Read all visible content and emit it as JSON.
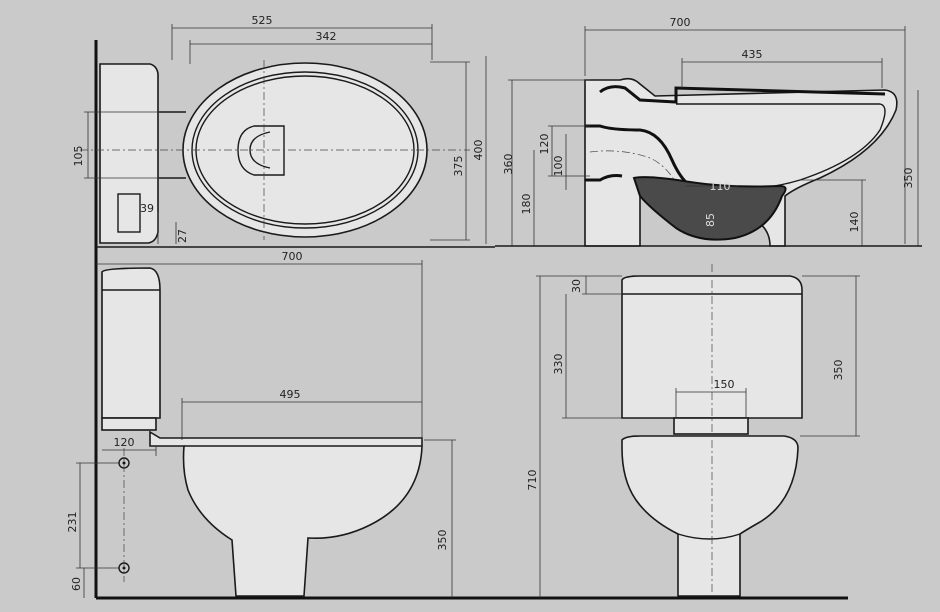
{
  "drawing": {
    "top_view": {
      "width_overall": "525",
      "width_inner": "342",
      "height_400": "400",
      "height_375": "375",
      "offset_105": "105",
      "offset_39": "39",
      "offset_27": "27"
    },
    "section_view": {
      "depth_700": "700",
      "rim_435": "435",
      "height_360": "360",
      "height_350": "350",
      "height_180": "180",
      "outlet_120": "120",
      "outlet_100": "100",
      "trap_110": "110",
      "trap_85": "85",
      "floor_140": "140"
    },
    "side_view": {
      "depth_700": "700",
      "bowl_495": "495",
      "fix_120": "120",
      "fix_231": "231",
      "fix_60": "60",
      "height_350": "350"
    },
    "front_view": {
      "top_30": "30",
      "tank_330": "330",
      "tank_350": "350",
      "pipe_150": "150",
      "total_710": "710"
    }
  }
}
